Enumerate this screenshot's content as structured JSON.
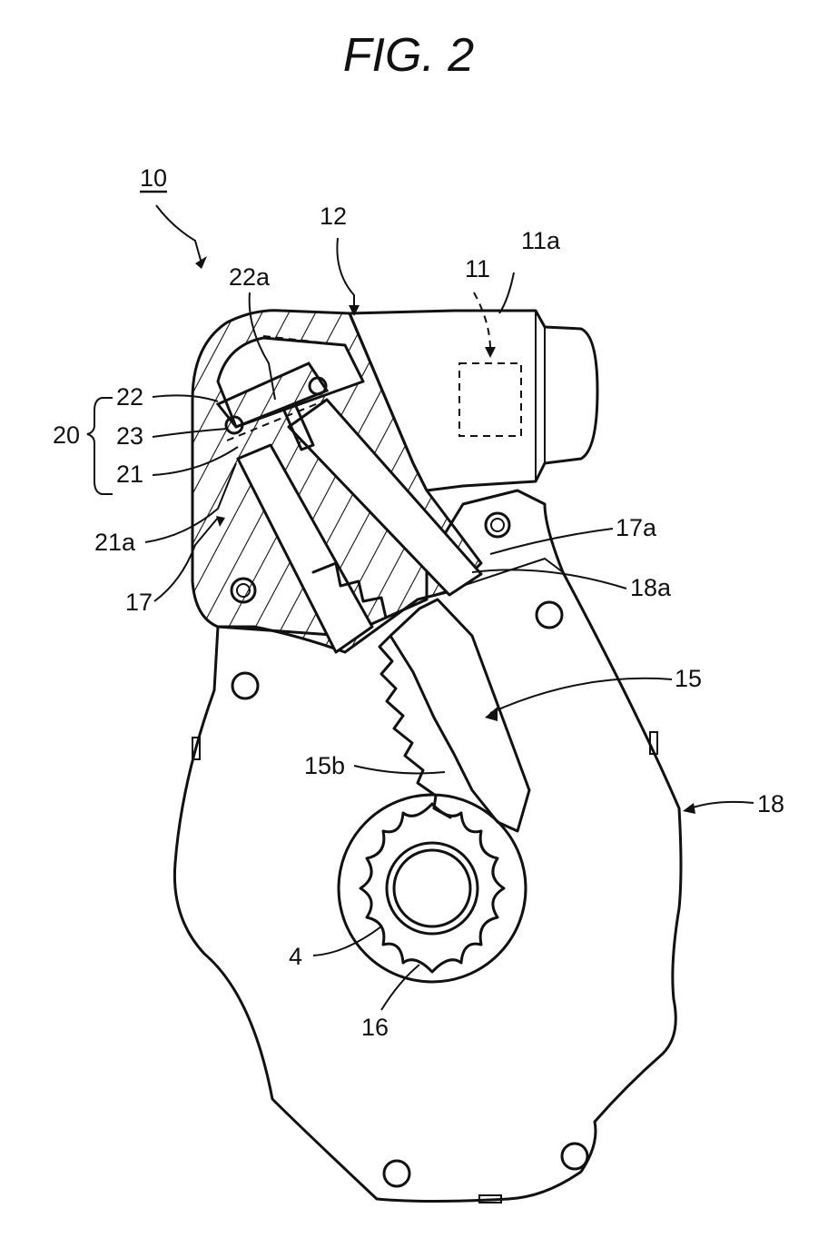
{
  "figure": {
    "title": "FIG. 2",
    "labels": {
      "l10": "10",
      "l12": "12",
      "l11a": "11a",
      "l11": "11",
      "l22a": "22a",
      "l20": "20",
      "l22": "22",
      "l23": "23",
      "l21": "21",
      "l21a": "21a",
      "l17": "17",
      "l17a": "17a",
      "l18a": "18a",
      "l15": "15",
      "l15b": "15b",
      "l18": "18",
      "l4": "4",
      "l16": "16"
    }
  }
}
